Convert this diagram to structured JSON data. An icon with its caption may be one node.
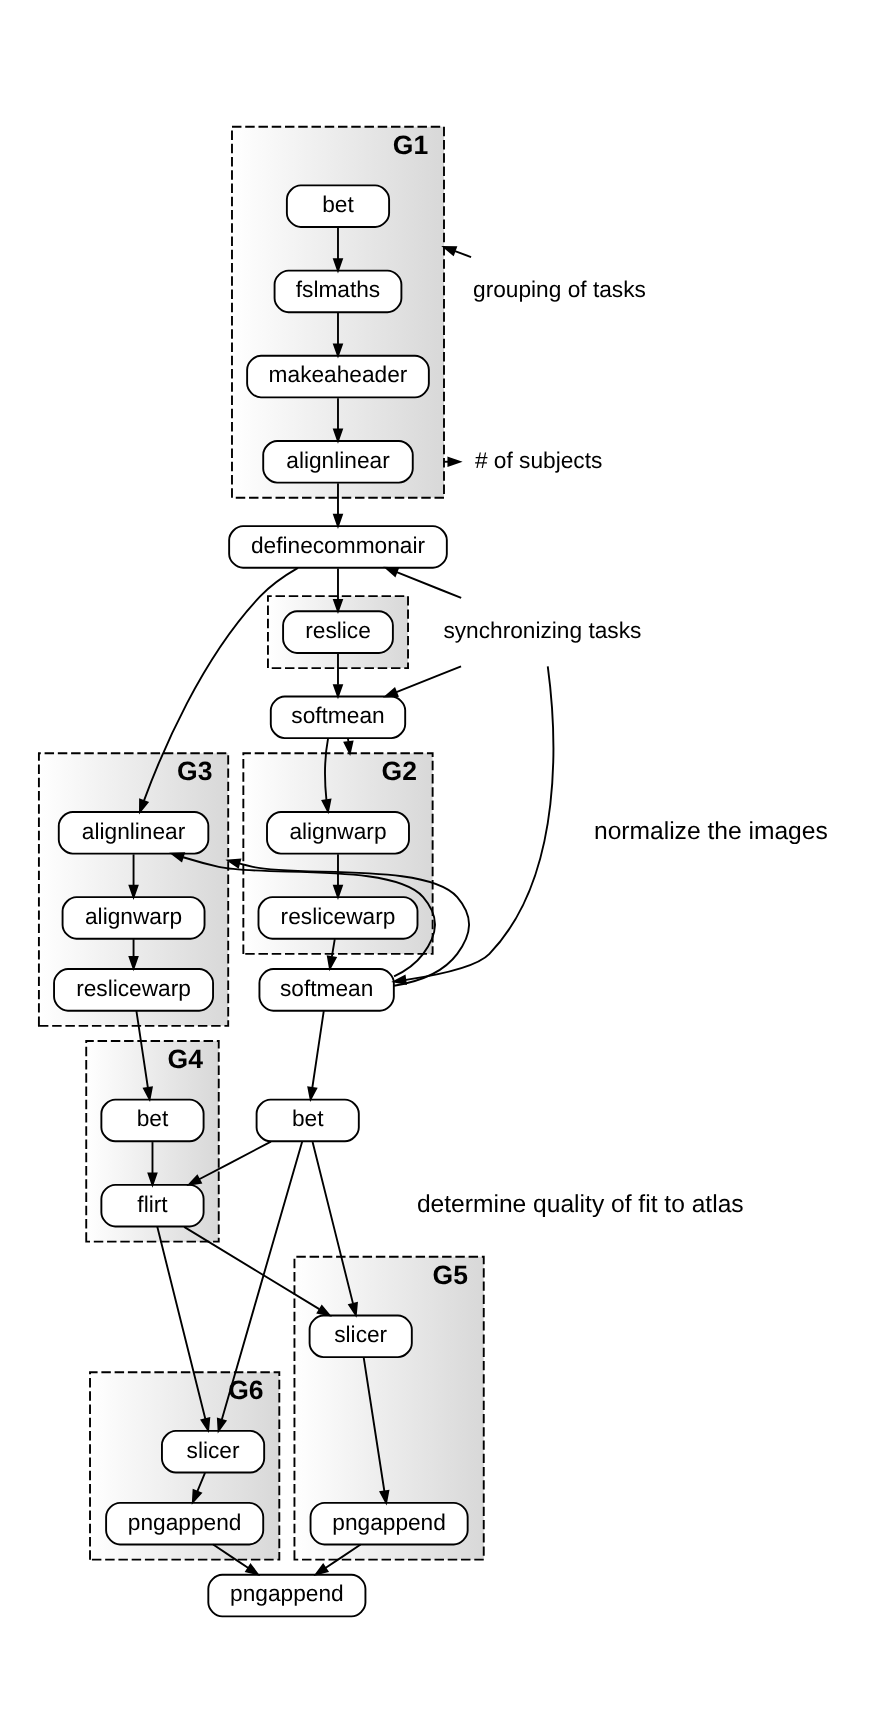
{
  "diagram": {
    "nodes": [
      {
        "text": [
          "G1"
        ]
      },
      {
        "text": [
          "bet"
        ],
        "in": 0
      },
      {
        "text": [
          "fslmaths"
        ],
        "in": 0
      },
      {
        "text": [
          "makeaheader"
        ],
        "in": 0
      },
      {
        "text": [
          "alignlinear"
        ],
        "in": 0
      },
      {
        "text": [
          "definecommonair"
        ]
      },
      {
        "text": [],
        "shape": "box"
      },
      {
        "text": [
          "reslice"
        ],
        "in": 6
      },
      {
        "text": [
          "softmean"
        ]
      },
      {
        "text": [
          "G2"
        ]
      },
      {
        "text": [
          "alignwarp"
        ],
        "in": 9
      },
      {
        "text": [
          "reslicewarp"
        ],
        "in": 9
      },
      {
        "text": [
          "softmean"
        ]
      },
      {
        "text": [
          "G3"
        ]
      },
      {
        "text": [
          "alignlinear"
        ],
        "in": 13
      },
      {
        "text": [
          "alignwarp"
        ],
        "in": 13
      },
      {
        "text": [
          "reslicewarp"
        ],
        "in": 13
      },
      {
        "text": [
          "G4"
        ]
      },
      {
        "text": [
          "bet"
        ],
        "in": 17
      },
      {
        "text": [
          "flirt"
        ],
        "in": 17
      },
      {
        "text": [
          "bet"
        ]
      },
      {
        "text": [
          "G5"
        ]
      },
      {
        "text": [
          "slicer"
        ],
        "in": 21
      },
      {
        "text": [
          "pngappend"
        ],
        "in": 21
      },
      {
        "text": [
          "G6"
        ]
      },
      {
        "text": [
          "slicer"
        ],
        "in": 24
      },
      {
        "text": [
          "pngappend"
        ],
        "in": 24
      },
      {
        "text": [
          "pngappend"
        ]
      },
      {
        "text": [
          "grouping of tasks"
        ]
      },
      {
        "text": [
          "synchronizing tasks"
        ]
      },
      {
        "text": [
          "# of subjects"
        ]
      }
    ],
    "edges": [
      {
        "from": 1,
        "to": 2,
        "arrow": "to"
      },
      {
        "from": 2,
        "to": 3,
        "arrow": "to"
      },
      {
        "from": 3,
        "to": 4,
        "arrow": "to"
      },
      {
        "from": 4,
        "to": 5,
        "arrow": "to"
      },
      {
        "from": 5,
        "to": 7,
        "arrow": "to"
      },
      {
        "from": 7,
        "to": 8,
        "arrow": "to"
      },
      {
        "from": 8,
        "to": 10,
        "arrow": "to"
      },
      {
        "from": 10,
        "to": 11,
        "arrow": "to"
      },
      {
        "from": 11,
        "to": 12,
        "arrow": "to"
      },
      {
        "from": 12,
        "to": 14,
        "arrow": "to"
      },
      {
        "from": 14,
        "to": 15,
        "arrow": "to"
      },
      {
        "from": 15,
        "to": 16,
        "arrow": "to"
      },
      {
        "from": 16,
        "to": 18,
        "arrow": "to"
      },
      {
        "from": 18,
        "to": 19,
        "arrow": "to"
      },
      {
        "from": 12,
        "to": 20,
        "arrow": "to"
      },
      {
        "from": 20,
        "to": 19,
        "arrow": "to"
      },
      {
        "from": 20,
        "to": 22,
        "arrow": "to"
      },
      {
        "from": 20,
        "to": 25,
        "arrow": "to"
      },
      {
        "from": 19,
        "to": 22,
        "arrow": "to"
      },
      {
        "from": 19,
        "to": 25,
        "arrow": "to"
      },
      {
        "from": 22,
        "to": 23,
        "arrow": "to"
      },
      {
        "from": 25,
        "to": 26,
        "arrow": "to"
      },
      {
        "from": 23,
        "to": 27,
        "arrow": "to"
      },
      {
        "from": 26,
        "to": 27,
        "arrow": "to"
      },
      {
        "from": 5,
        "to": 14,
        "arrow": "to"
      },
      {
        "from": 8,
        "to": 9,
        "arrow": "to"
      },
      {
        "from": 12,
        "to": 13,
        "arrow": "to"
      },
      {
        "from": 28,
        "to": 0,
        "arrow": "to"
      },
      {
        "from": 29,
        "to": 5,
        "arrow": "to"
      },
      {
        "from": 29,
        "to": 8,
        "arrow": "to"
      },
      {
        "from": 29,
        "to": 12,
        "arrow": "to"
      },
      {
        "from": 0,
        "to": 30,
        "arrow": "to"
      }
    ],
    "labels": [
      "normalize the images",
      "determine quality of fit to atlas"
    ]
  }
}
